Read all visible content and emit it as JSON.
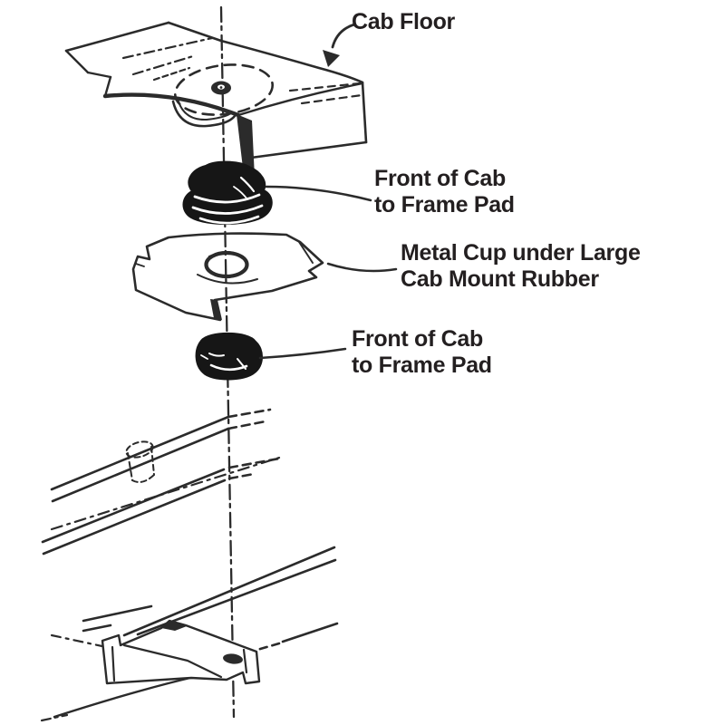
{
  "diagram": {
    "background_color": "#ffffff",
    "line_color": "#2b2b2b",
    "pad_fill_color": "#161616",
    "labels": {
      "cab_floor": "Cab Floor",
      "front_pad_top_line1": "Front of Cab",
      "front_pad_top_line2": "to Frame Pad",
      "metal_cup_line1": "Metal Cup under Large",
      "metal_cup_line2": "Cab Mount Rubber",
      "front_pad_bottom_line1": "Front of Cab",
      "front_pad_bottom_line2": "to Frame Pad"
    }
  }
}
